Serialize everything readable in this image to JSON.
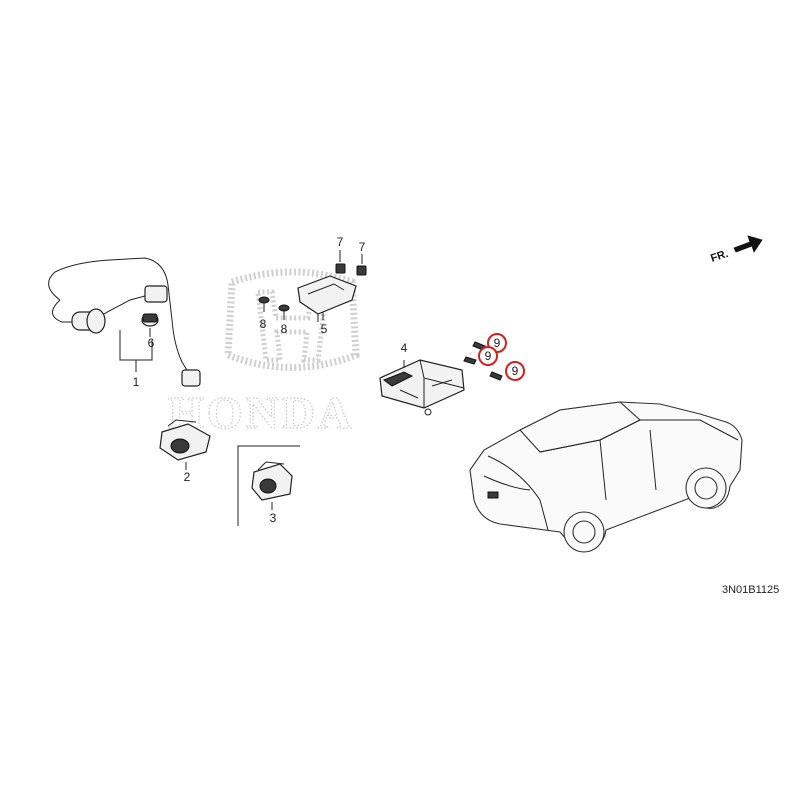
{
  "diagram": {
    "part_numbers": {
      "p1": "1",
      "p2": "2",
      "p3": "3",
      "p4": "4",
      "p5": "5",
      "p6": "6",
      "p7a": "7",
      "p7b": "7",
      "p8a": "8",
      "p8b": "8"
    },
    "callouts": [
      "9",
      "9",
      "9"
    ],
    "callout_color": "#d22020",
    "direction_label": "FR.",
    "diagram_code": "3N01B1125",
    "watermark_text": "HONDA"
  }
}
